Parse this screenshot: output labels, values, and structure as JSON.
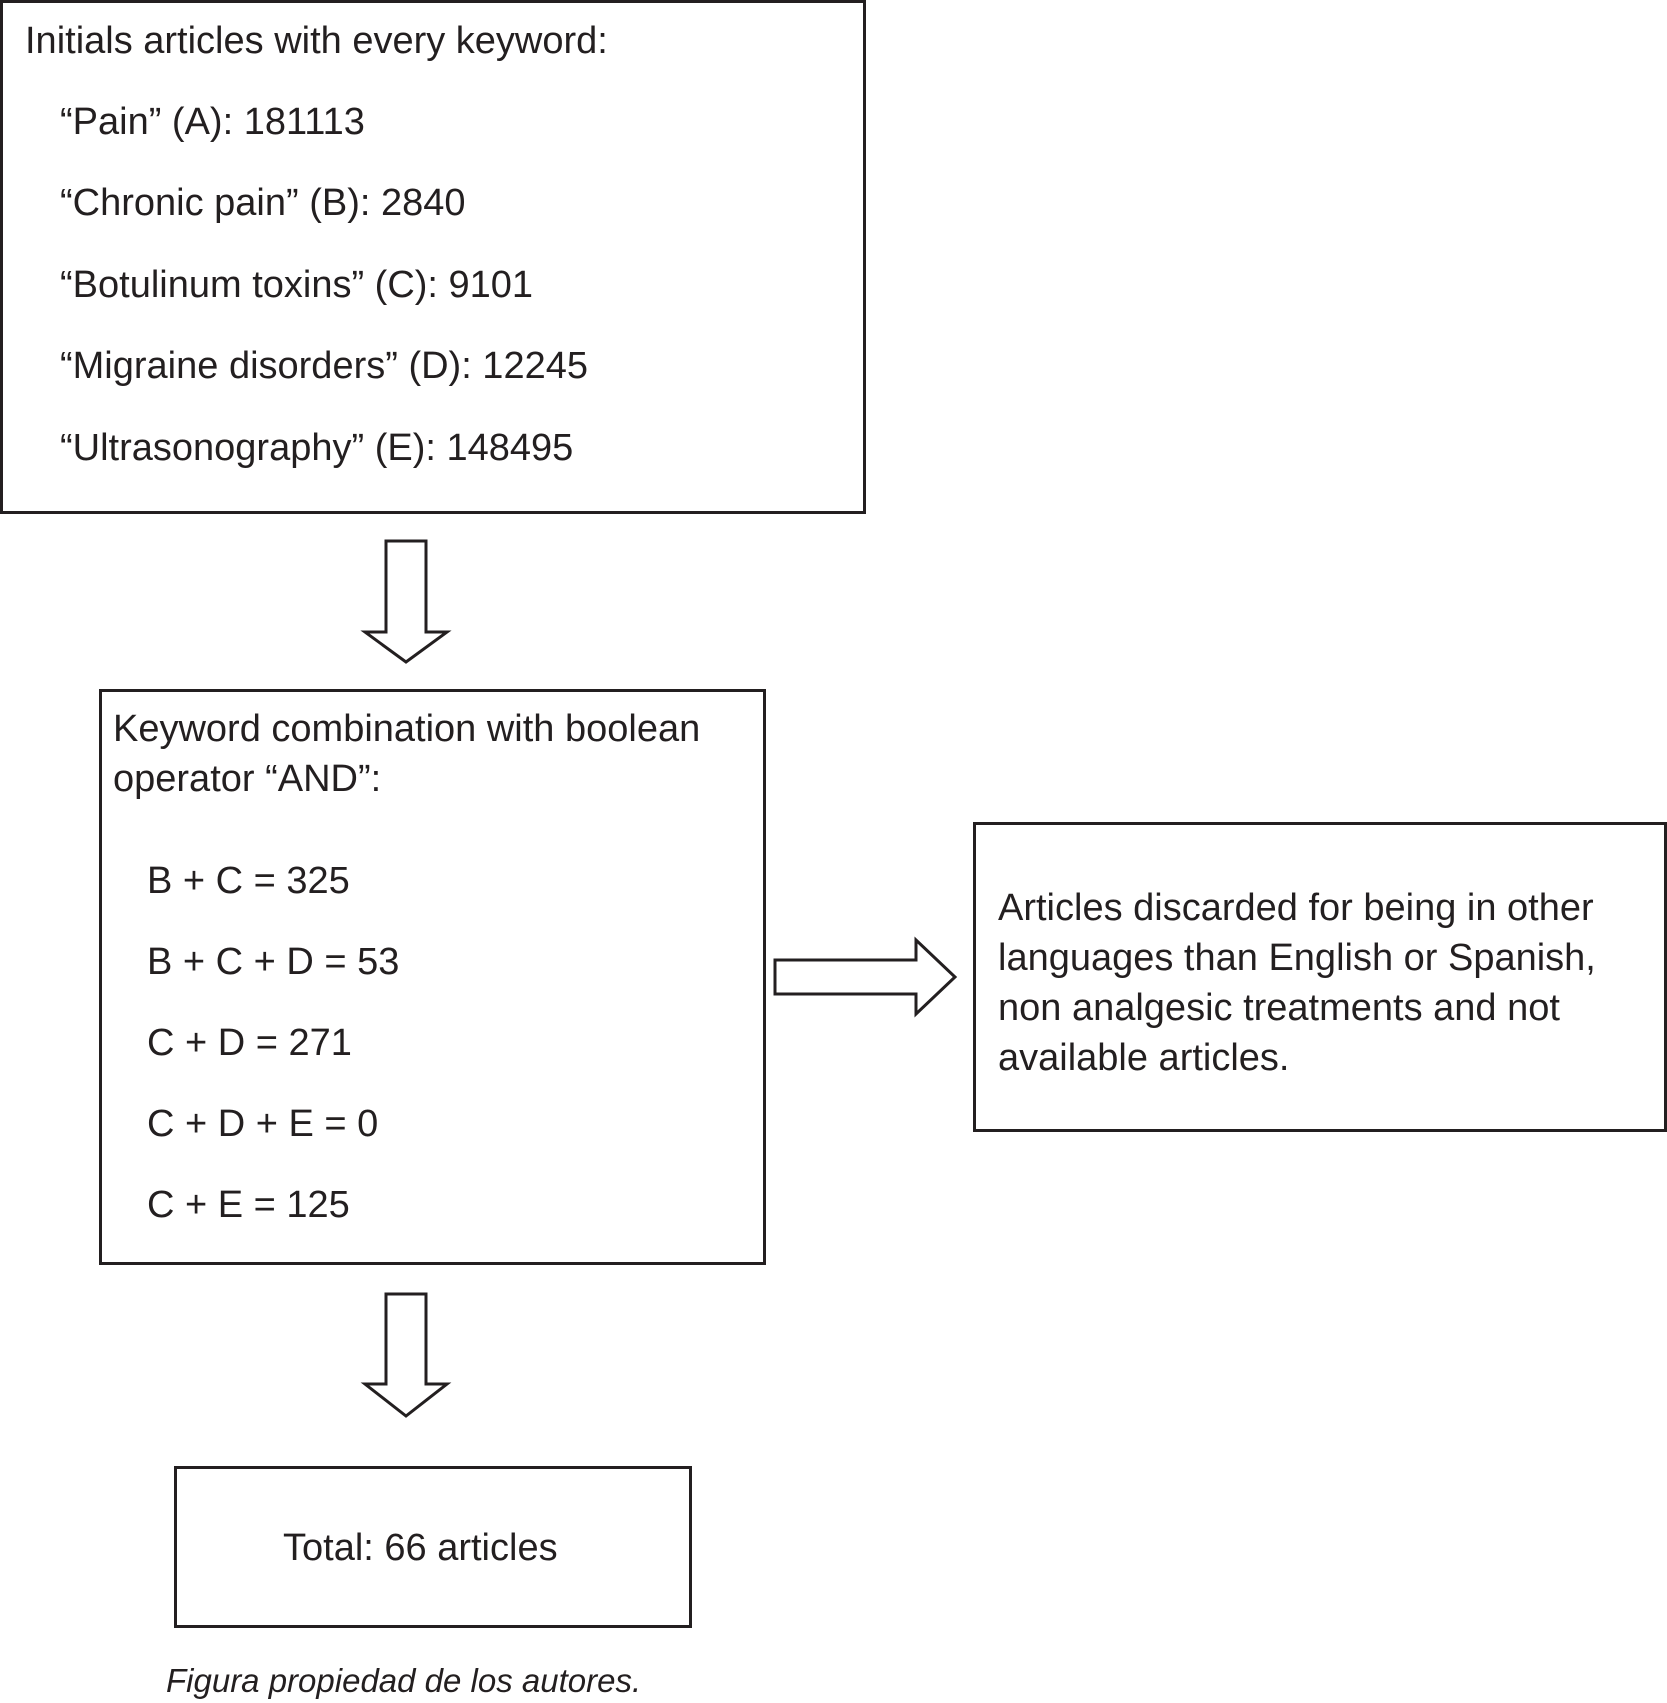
{
  "initial_box": {
    "title": "Initials articles with every keyword:",
    "items": [
      "“Pain” (A): 181113",
      "“Chronic pain” (B): 2840",
      "“Botulinum toxins” (C): 9101",
      "“Migraine disorders” (D): 12245",
      "“Ultrasonography” (E): 148495"
    ]
  },
  "combination_box": {
    "title_line1": "Keyword combination with boolean",
    "title_line2": "operator “AND”:",
    "items": [
      "B + C = 325",
      "B + C + D = 53",
      "C + D = 271",
      "C + D + E = 0",
      "C + E = 125"
    ]
  },
  "discarded_box": {
    "lines": [
      "Articles discarded for being in other",
      "languages than English or Spanish,",
      "non analgesic treatments and not",
      "available articles."
    ]
  },
  "total_box": {
    "text": "Total: 66 articles"
  },
  "caption": "Figura propiedad de los autores."
}
